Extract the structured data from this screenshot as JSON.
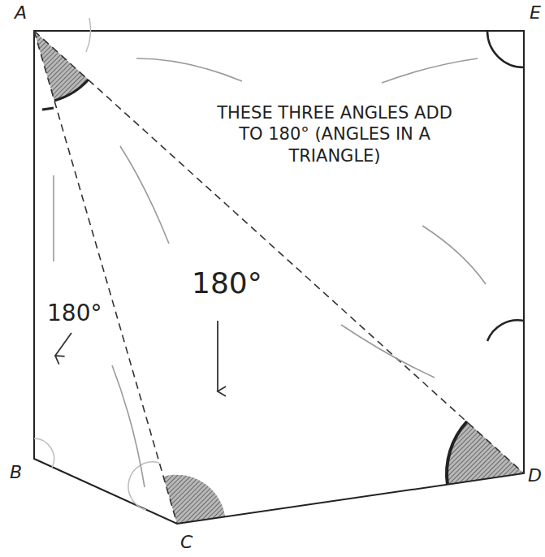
{
  "diagram": {
    "labels": [
      "A",
      "E",
      "THESE THREE ANGLES ADD TO 180° (ANGLES IN A TRIANGLE)",
      "180°",
      "180°",
      "B",
      "D",
      "C"
    ]
  }
}
